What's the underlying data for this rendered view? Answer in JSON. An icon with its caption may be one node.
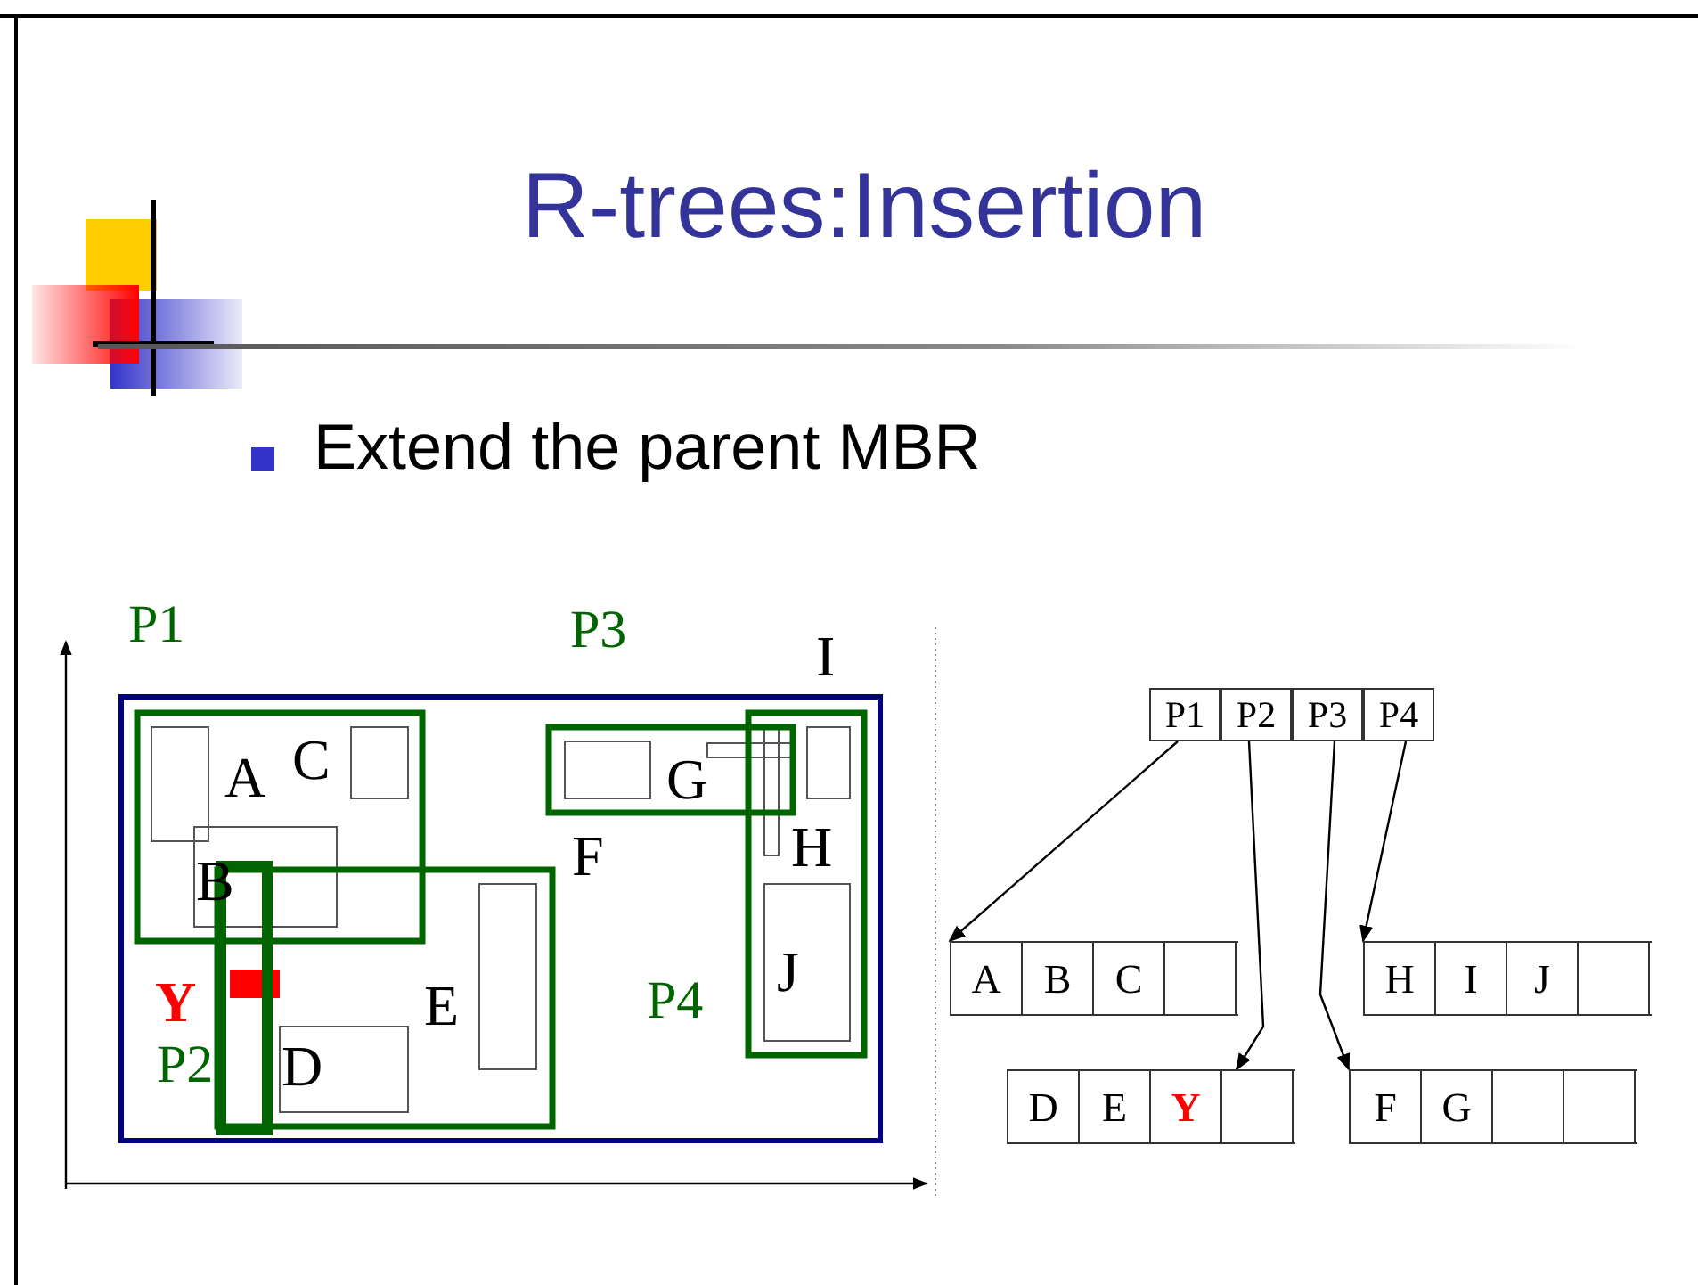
{
  "diagram": {
    "title": "R-trees:Insertion",
    "nodes": [
      {
        "text": [
          "P1"
        ]
      },
      {
        "text": [
          "P2"
        ]
      },
      {
        "text": [
          "P3"
        ]
      },
      {
        "text": [
          "P4"
        ]
      },
      {
        "text": [],
        "shape": "box"
      },
      {
        "text": [
          "A"
        ],
        "in": 4
      },
      {
        "text": [
          "B"
        ],
        "in": 4
      },
      {
        "text": [
          "C"
        ],
        "in": 4
      },
      {
        "text": [],
        "shape": "box",
        "in": 4
      },
      {
        "text": [],
        "shape": "box"
      },
      {
        "text": [
          "H"
        ],
        "in": 9
      },
      {
        "text": [
          "I"
        ],
        "in": 9
      },
      {
        "text": [
          "J"
        ],
        "in": 9
      },
      {
        "text": [],
        "shape": "box",
        "in": 9
      },
      {
        "text": [],
        "shape": "box"
      },
      {
        "text": [
          "D"
        ],
        "in": 14
      },
      {
        "text": [
          "E"
        ],
        "in": 14
      },
      {
        "text": [
          "Y"
        ],
        "in": 14
      },
      {
        "text": [],
        "shape": "box",
        "in": 14
      },
      {
        "text": [],
        "shape": "box"
      },
      {
        "text": [
          "F"
        ],
        "in": 19
      },
      {
        "text": [
          "G"
        ],
        "in": 19
      },
      {
        "text": [],
        "shape": "box",
        "in": 19
      },
      {
        "text": [],
        "shape": "box",
        "in": 19
      }
    ],
    "edges": [
      {
        "from": 0,
        "to": 4,
        "arrow": "to"
      },
      {
        "from": 1,
        "to": 14,
        "arrow": "to"
      },
      {
        "from": 2,
        "to": 19,
        "arrow": "to"
      },
      {
        "from": 3,
        "to": 9,
        "arrow": "to"
      }
    ],
    "labels": [
      "Extend the parent MBR",
      "P1",
      "P3",
      "I",
      "C",
      "A",
      "G",
      "F",
      "H",
      "B",
      "Y",
      "E",
      "P4",
      "J",
      "P2",
      "D"
    ]
  }
}
